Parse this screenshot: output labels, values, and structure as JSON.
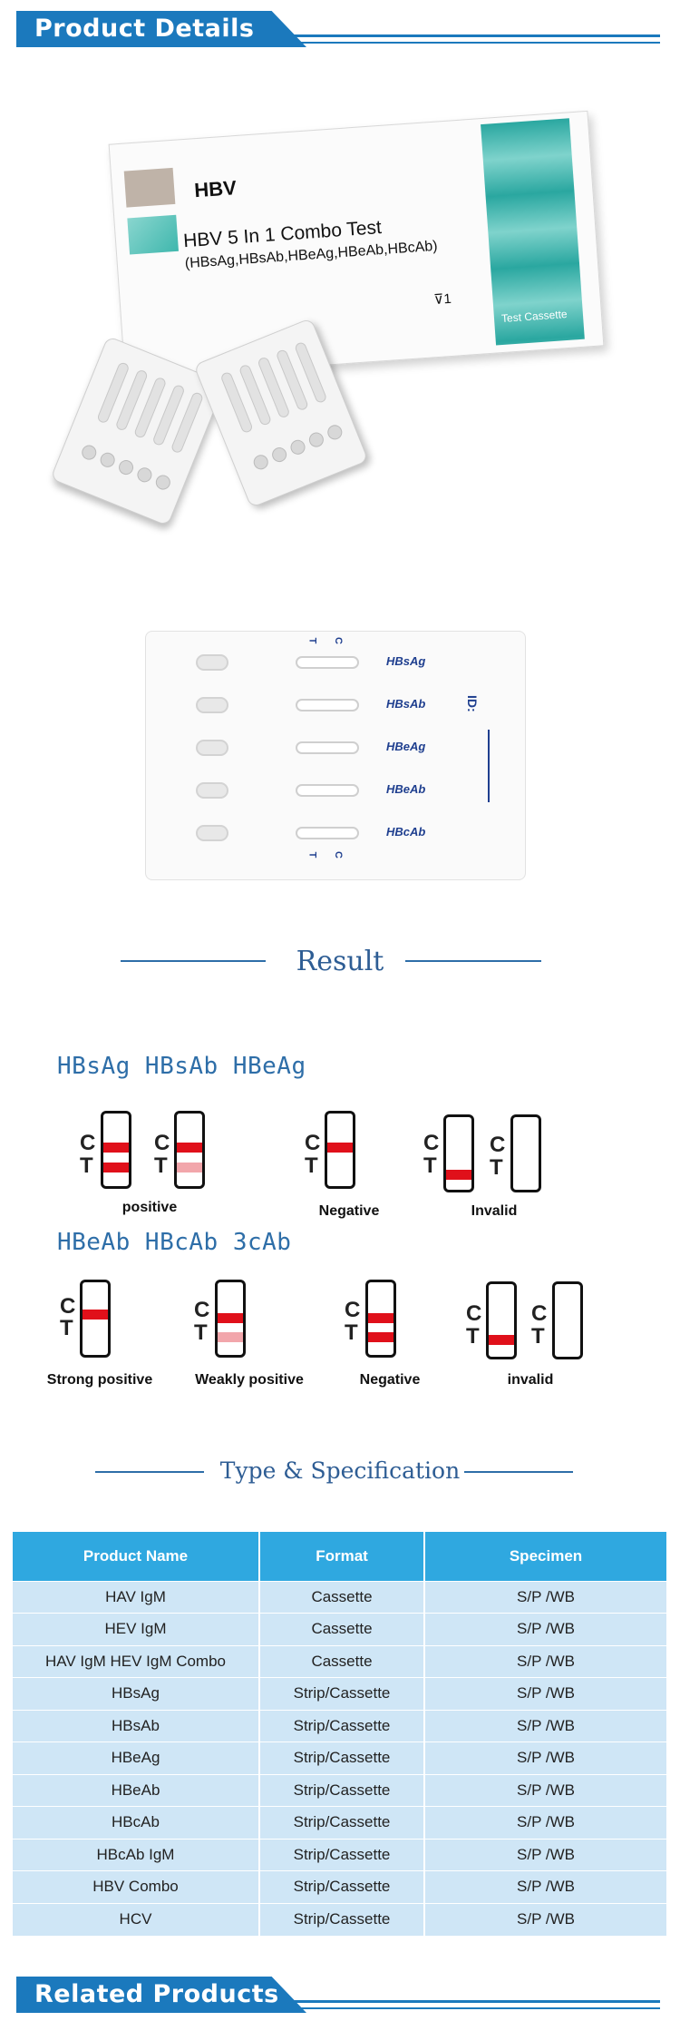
{
  "sections": {
    "product_details": "Product  Details",
    "related_products": "Related Products"
  },
  "package": {
    "brand": "HBV",
    "title": "HBV 5 In 1 Combo Test",
    "subtitle": "(HBsAg,HBsAb,HBeAg,HBeAb,HBcAb)",
    "symbol": "⊽1",
    "side_label": "Test Cassette"
  },
  "cassette": {
    "labels": [
      "HBsAg",
      "HBsAb",
      "HBeAg",
      "HBeAb",
      "HBcAb"
    ],
    "top_c": "C",
    "top_t": "T",
    "bottom_c": "C",
    "bottom_t": "T",
    "id_label": "ID:"
  },
  "result": {
    "title": "Result",
    "group1_head": "HBsAg  HBsAb  HBeAg",
    "group1_captions": [
      "positive",
      "Negative",
      "Invalid"
    ],
    "group2_head": "HBeAb  HBcAb  3cAb",
    "group2_captions": [
      "Strong positive",
      "Weakly positive",
      "Negative",
      "invalid"
    ],
    "c_letter": "C",
    "t_letter": "T"
  },
  "spec": {
    "title": "Type & Specification",
    "headers": [
      "Product  Name",
      "Format",
      "Specimen"
    ],
    "rows": [
      [
        "HAV  IgM",
        "Cassette",
        "S/P /WB"
      ],
      [
        "HEV  IgM",
        "Cassette",
        "S/P /WB"
      ],
      [
        "HAV IgM HEV IgM Combo",
        "Cassette",
        "S/P /WB"
      ],
      [
        "HBsAg",
        "Strip/Cassette",
        "S/P /WB"
      ],
      [
        "HBsAb",
        "Strip/Cassette",
        "S/P /WB"
      ],
      [
        "HBeAg",
        "Strip/Cassette",
        "S/P /WB"
      ],
      [
        "HBeAb",
        "Strip/Cassette",
        "S/P /WB"
      ],
      [
        "HBcAb",
        "Strip/Cassette",
        "S/P /WB"
      ],
      [
        "HBcAb IgM",
        "Strip/Cassette",
        "S/P /WB"
      ],
      [
        "HBV Combo",
        "Strip/Cassette",
        "S/P /WB"
      ],
      [
        "HCV",
        "Strip/Cassette",
        "S/P /WB"
      ]
    ]
  },
  "colors": {
    "banner_blue": "#1b79bd",
    "title_blue": "#2e5d94",
    "table_header": "#2fa8e0",
    "table_row": "#cfe6f6",
    "band_red": "#e0101a",
    "band_pale": "#f2a6ab"
  }
}
